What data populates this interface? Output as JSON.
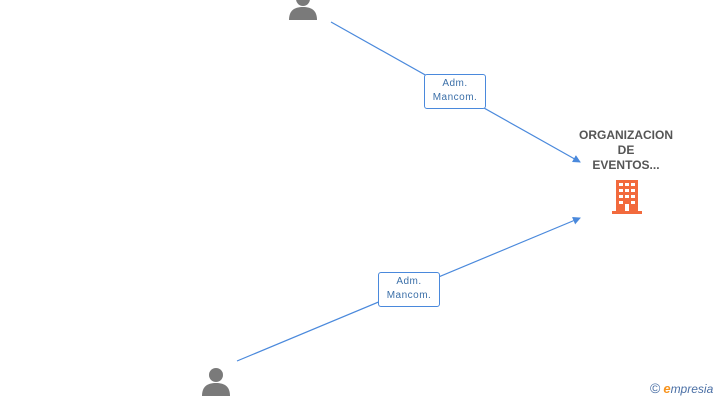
{
  "nodes": {
    "company": {
      "name_lines": [
        "ORGANIZACION",
        "DE",
        "EVENTOS..."
      ]
    }
  },
  "edges": [
    {
      "label_lines": [
        "Adm.",
        "Mancom."
      ]
    },
    {
      "label_lines": [
        "Adm.",
        "Mancom."
      ]
    }
  ],
  "watermark": {
    "copyright_symbol": "©",
    "brand_initial": "e",
    "brand_rest": "mpresia"
  },
  "colors": {
    "edge": "#4a89dc",
    "person_icon": "#7a7a7a",
    "company_icon": "#f26a3d",
    "label_text": "#3b6fa8",
    "company_text": "#555555"
  },
  "icons": {
    "person": "person-icon",
    "company": "building-icon"
  }
}
